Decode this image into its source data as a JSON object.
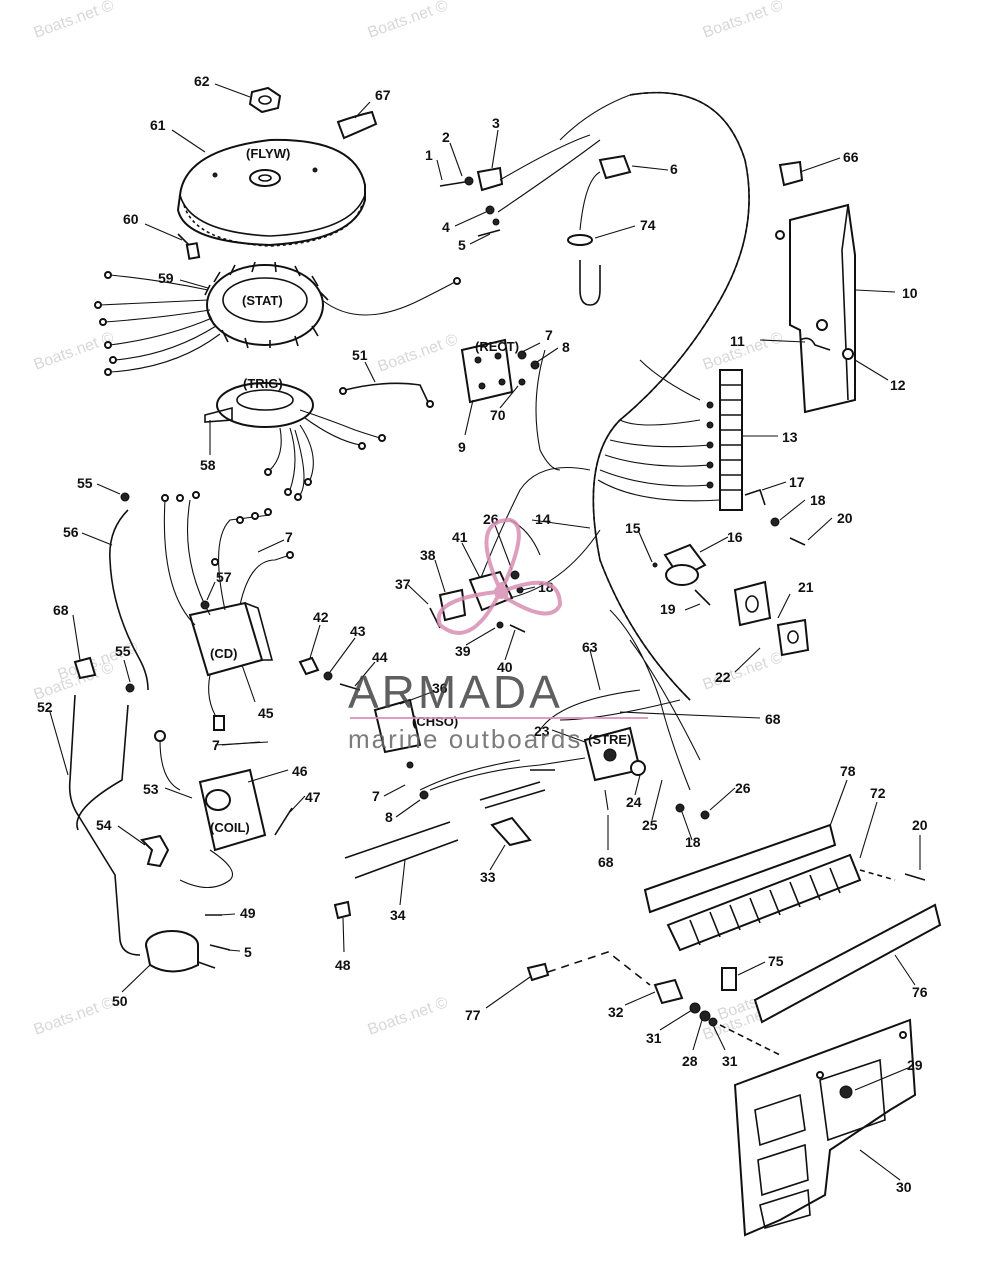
{
  "watermarks": [
    "Boats.net ©",
    "Boats.net ©",
    "Boats.net ©",
    "Boats.net ©",
    "Boats.net ©",
    "Boats.net ©",
    "Boats.net ©",
    "Boats.net ©",
    "Boats.net ©",
    "Boats.net ©",
    "Boats.net ©",
    "Boats.net ©",
    "Boats.net ©"
  ],
  "logo": {
    "name": "ARMADA",
    "subtitle": "marine outboards",
    "color": "#d98fb4"
  },
  "component_tags": {
    "flyw": "(FLYW)",
    "stat": "(STAT)",
    "trig": "(TRIG)",
    "rect": "(RECT)",
    "cd": "(CD)",
    "chso": "(CHSO)",
    "stre": "(STRE)",
    "coil": "(COIL)"
  },
  "callouts": {
    "c62": "62",
    "c67": "67",
    "c61": "61",
    "c60": "60",
    "c59": "59",
    "c51": "51",
    "c58": "58",
    "c1": "1",
    "c2": "2",
    "c3": "3",
    "c4": "4",
    "c5a": "5",
    "c6": "6",
    "c74": "74",
    "c66": "66",
    "c10": "10",
    "c11": "11",
    "c12": "12",
    "c7a": "7",
    "c8a": "8",
    "c70": "70",
    "c9": "9",
    "c13": "13",
    "c17": "17",
    "c18a": "18",
    "c20a": "20",
    "c16": "16",
    "c15": "15",
    "c14": "14",
    "c26a": "26",
    "c41": "41",
    "c38": "38",
    "c18b": "18",
    "c37": "37",
    "c19": "19",
    "c21": "21",
    "c22": "22",
    "c39": "39",
    "c40": "40",
    "c63": "63",
    "c55a": "55",
    "c56": "56",
    "c7b": "7",
    "c57": "57",
    "c68a": "68",
    "c55b": "55",
    "c42": "42",
    "c43": "43",
    "c44": "44",
    "c45": "45",
    "c52": "52",
    "c36": "36",
    "c23": "23",
    "c68b": "68",
    "c7c": "7",
    "c46": "46",
    "c53": "53",
    "c47": "47",
    "c7d": "7",
    "c8b": "8",
    "c24": "24",
    "c25": "25",
    "c26b": "26",
    "c18c": "18",
    "c78": "78",
    "c72": "72",
    "c20b": "20",
    "c54": "54",
    "c68c": "68",
    "c33": "33",
    "c34": "34",
    "c49": "49",
    "c5b": "5",
    "c48": "48",
    "c50": "50",
    "c75": "75",
    "c76": "76",
    "c77": "77",
    "c32": "32",
    "c31a": "31",
    "c28": "28",
    "c31b": "31",
    "c29": "29",
    "c30": "30"
  }
}
